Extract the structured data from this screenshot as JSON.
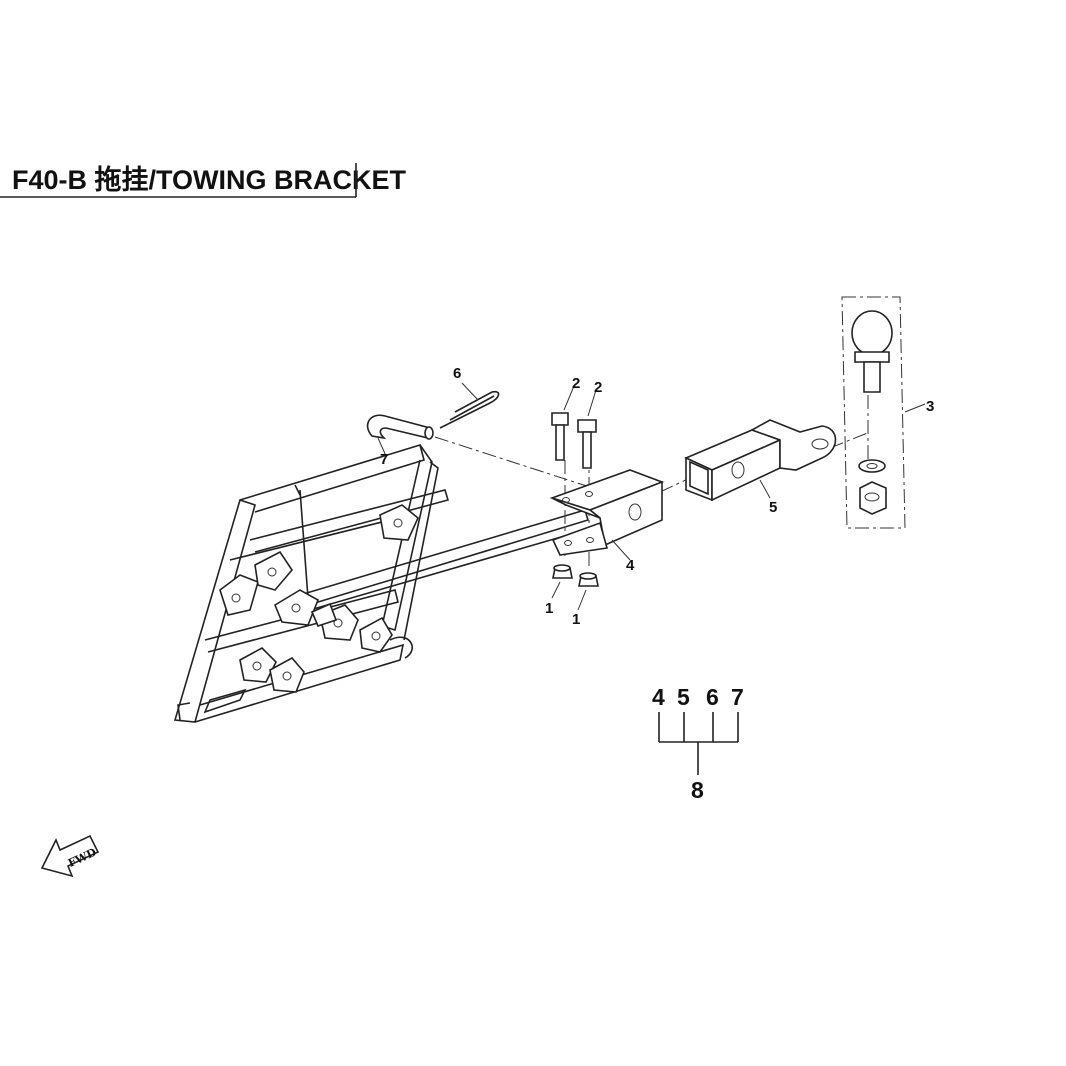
{
  "header": {
    "title": "F40-B 拖挂/TOWING BRACKET"
  },
  "callouts": {
    "c1a": "1",
    "c1b": "1",
    "c2a": "2",
    "c2b": "2",
    "c3": "3",
    "c4": "4",
    "c5": "5",
    "c6": "6",
    "c7": "7"
  },
  "assembly": {
    "members": [
      "4",
      "5",
      "6",
      "7"
    ],
    "total": "8"
  },
  "direction": {
    "label": "FWD"
  }
}
